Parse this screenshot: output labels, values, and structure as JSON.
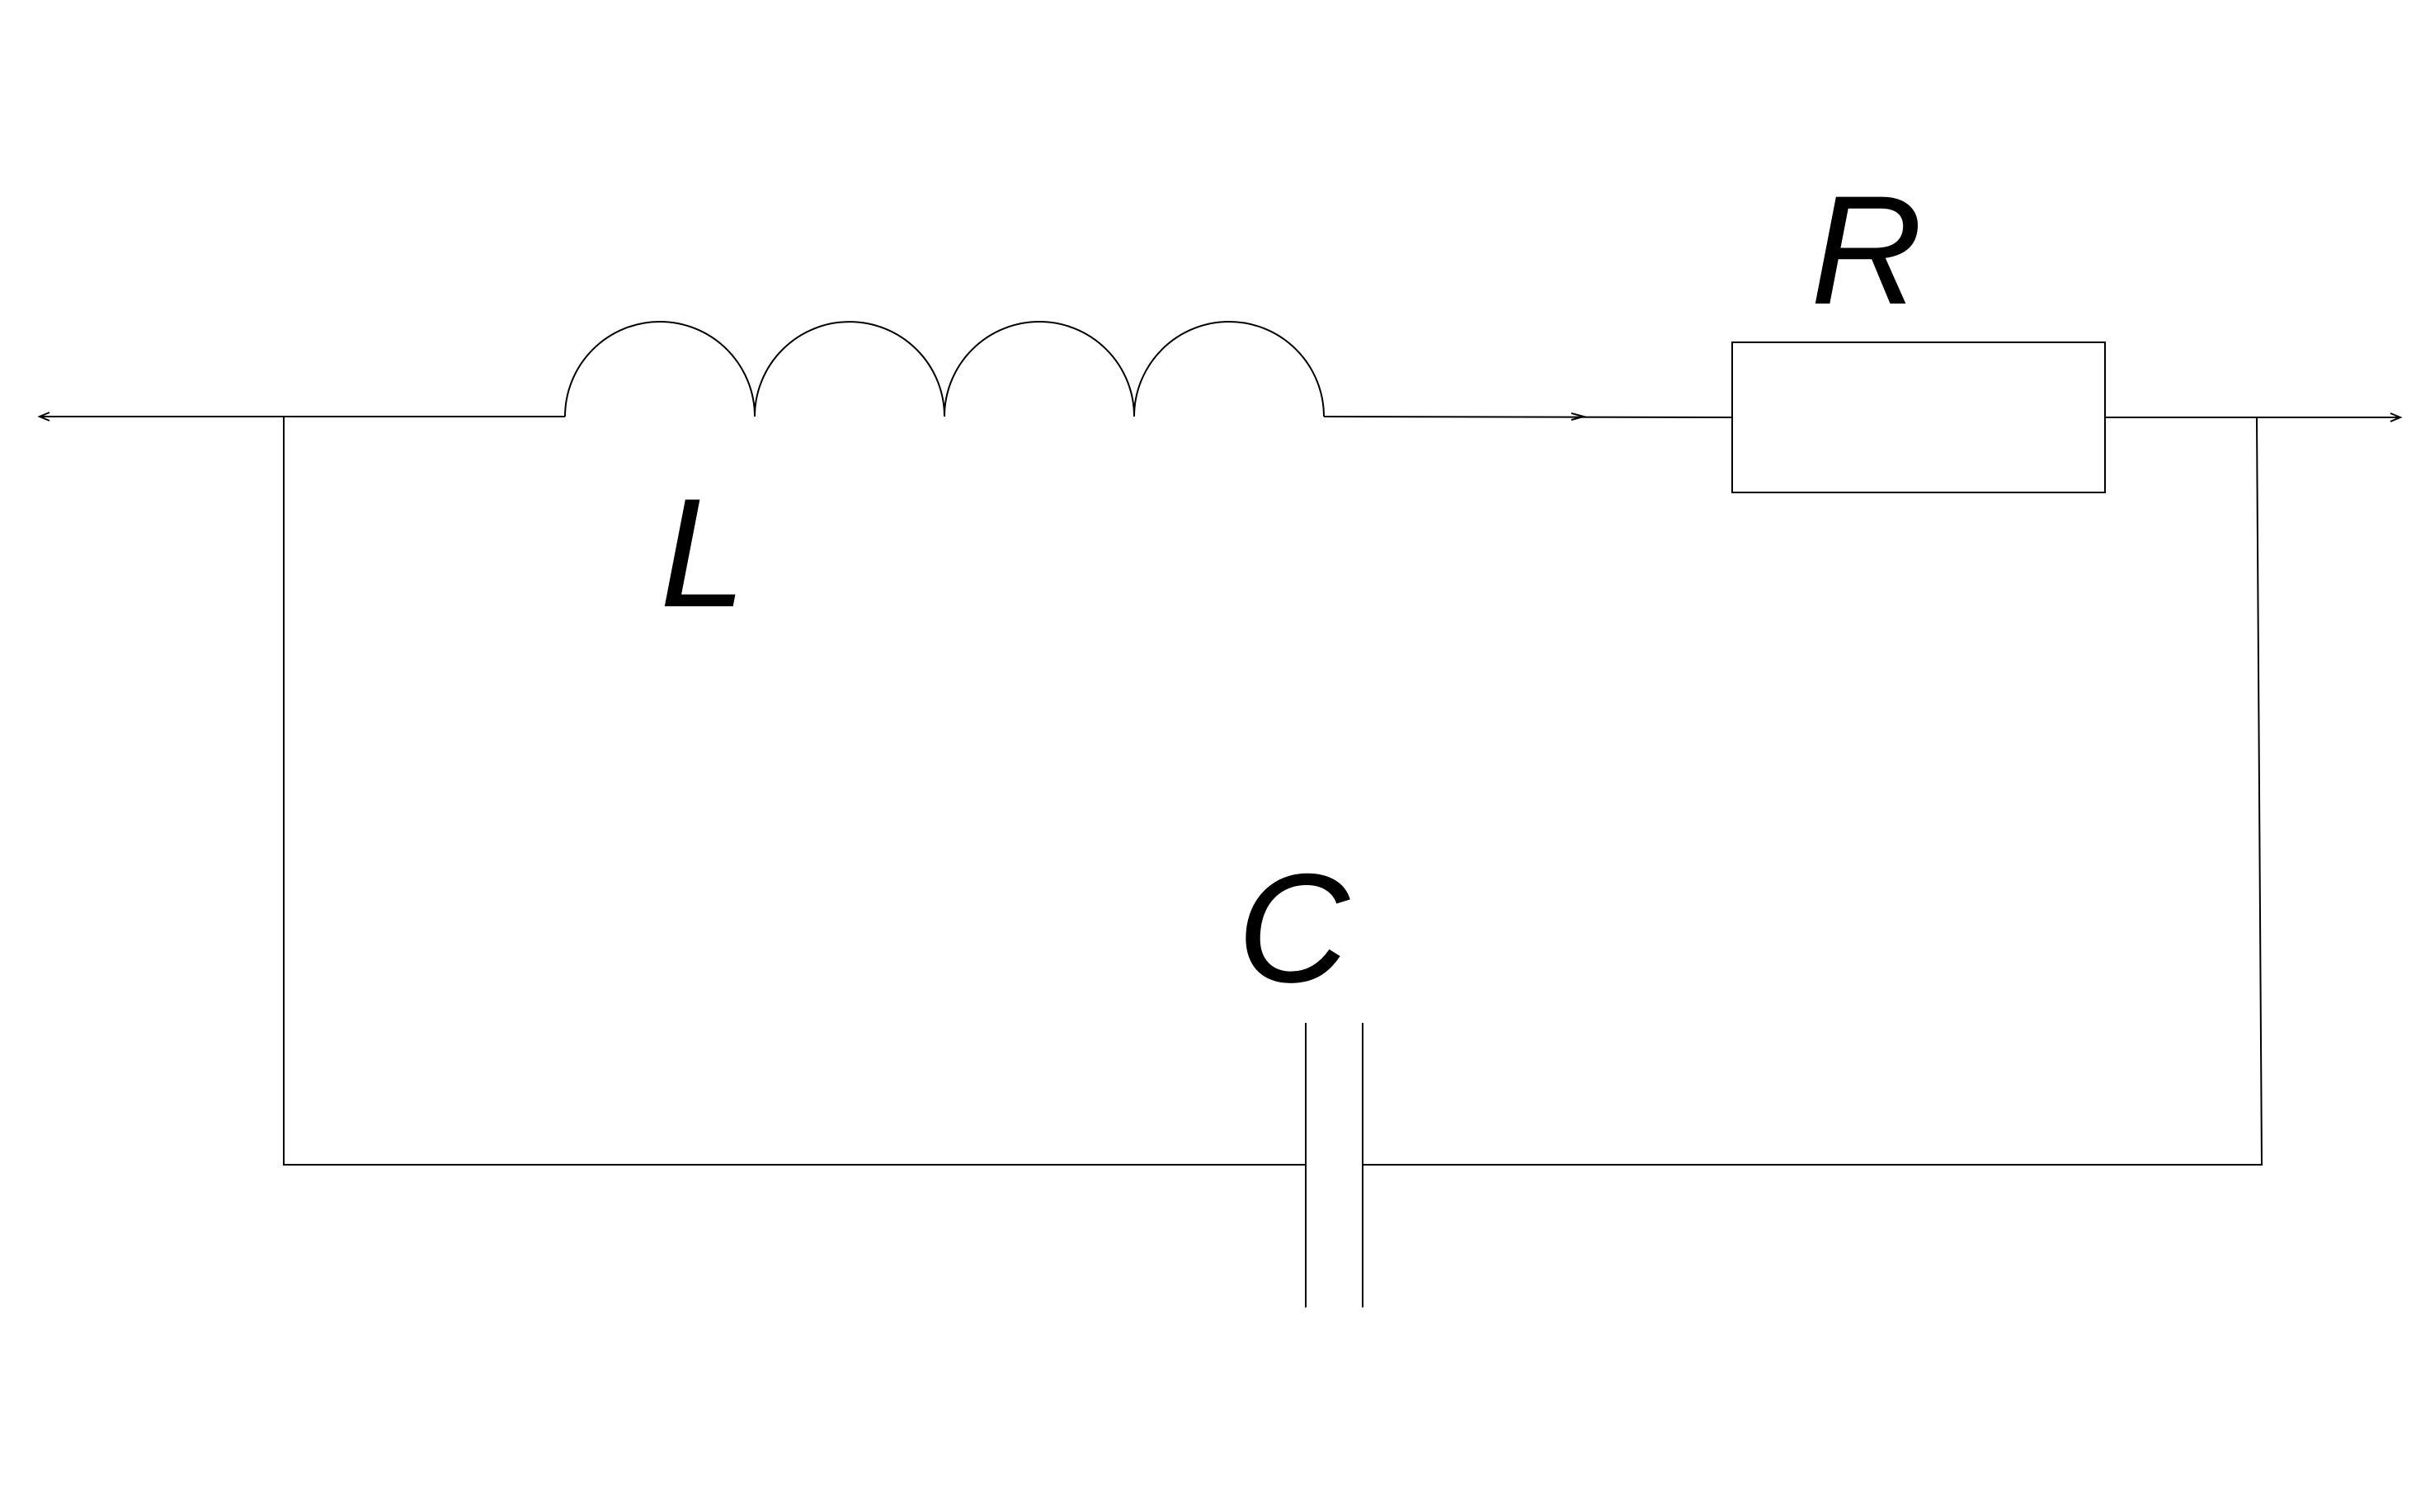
{
  "diagram": {
    "type": "circuit-schematic",
    "components": [
      {
        "id": "inductor",
        "symbol": "inductor-coil",
        "label": "L",
        "turns": 4
      },
      {
        "id": "resistor",
        "symbol": "resistor-box",
        "label": "R"
      },
      {
        "id": "capacitor",
        "symbol": "capacitor-plates",
        "label": "C"
      }
    ],
    "colors": {
      "background": "#ffffff",
      "line": "#000000",
      "text": "#000000"
    }
  }
}
